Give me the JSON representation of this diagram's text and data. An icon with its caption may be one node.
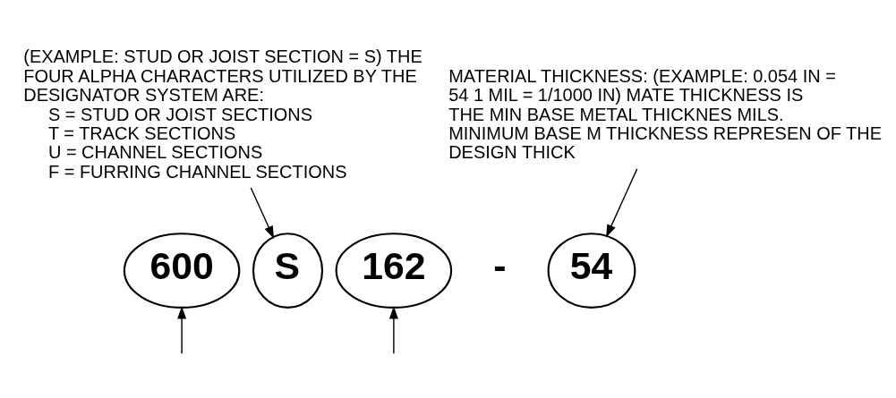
{
  "diagram": {
    "nodes": [
      {
        "text": [
          "(EXAMPLE: STUD OR JOIST SECTION = S) THE FOUR ALPHA CHARACTERS UTILIZED BY THE DESIGNATOR SYSTEM ARE:",
          "S = STUD OR JOIST SECTIONS",
          "T = TRACK SECTIONS",
          "U = CHANNEL SECTIONS",
          "F = FURRING CHANNEL SECTIONS"
        ]
      },
      {
        "text": [
          "MATERIAL THICKNESS: (EXAMPLE: 0.054 IN = 54 1 MIL = 1/1000 IN) MATE THICKNESS IS THE MIN BASE METAL THICKNES MILS. MINIMUM BASE M THICKNESS REPRESEN OF THE DESIGN THICK"
        ]
      },
      {
        "text": [
          "600"
        ]
      },
      {
        "text": [
          "S"
        ]
      },
      {
        "text": [
          "162"
        ]
      },
      {
        "text": [
          "54"
        ]
      }
    ],
    "edges": [
      {
        "from": 0,
        "to": 3,
        "arrow": "to"
      },
      {
        "from": 1,
        "to": 5,
        "arrow": "to"
      },
      {
        "from": null,
        "to": 2,
        "arrow": "to"
      },
      {
        "from": null,
        "to": 4,
        "arrow": "to"
      }
    ],
    "labels": [
      "-"
    ]
  }
}
